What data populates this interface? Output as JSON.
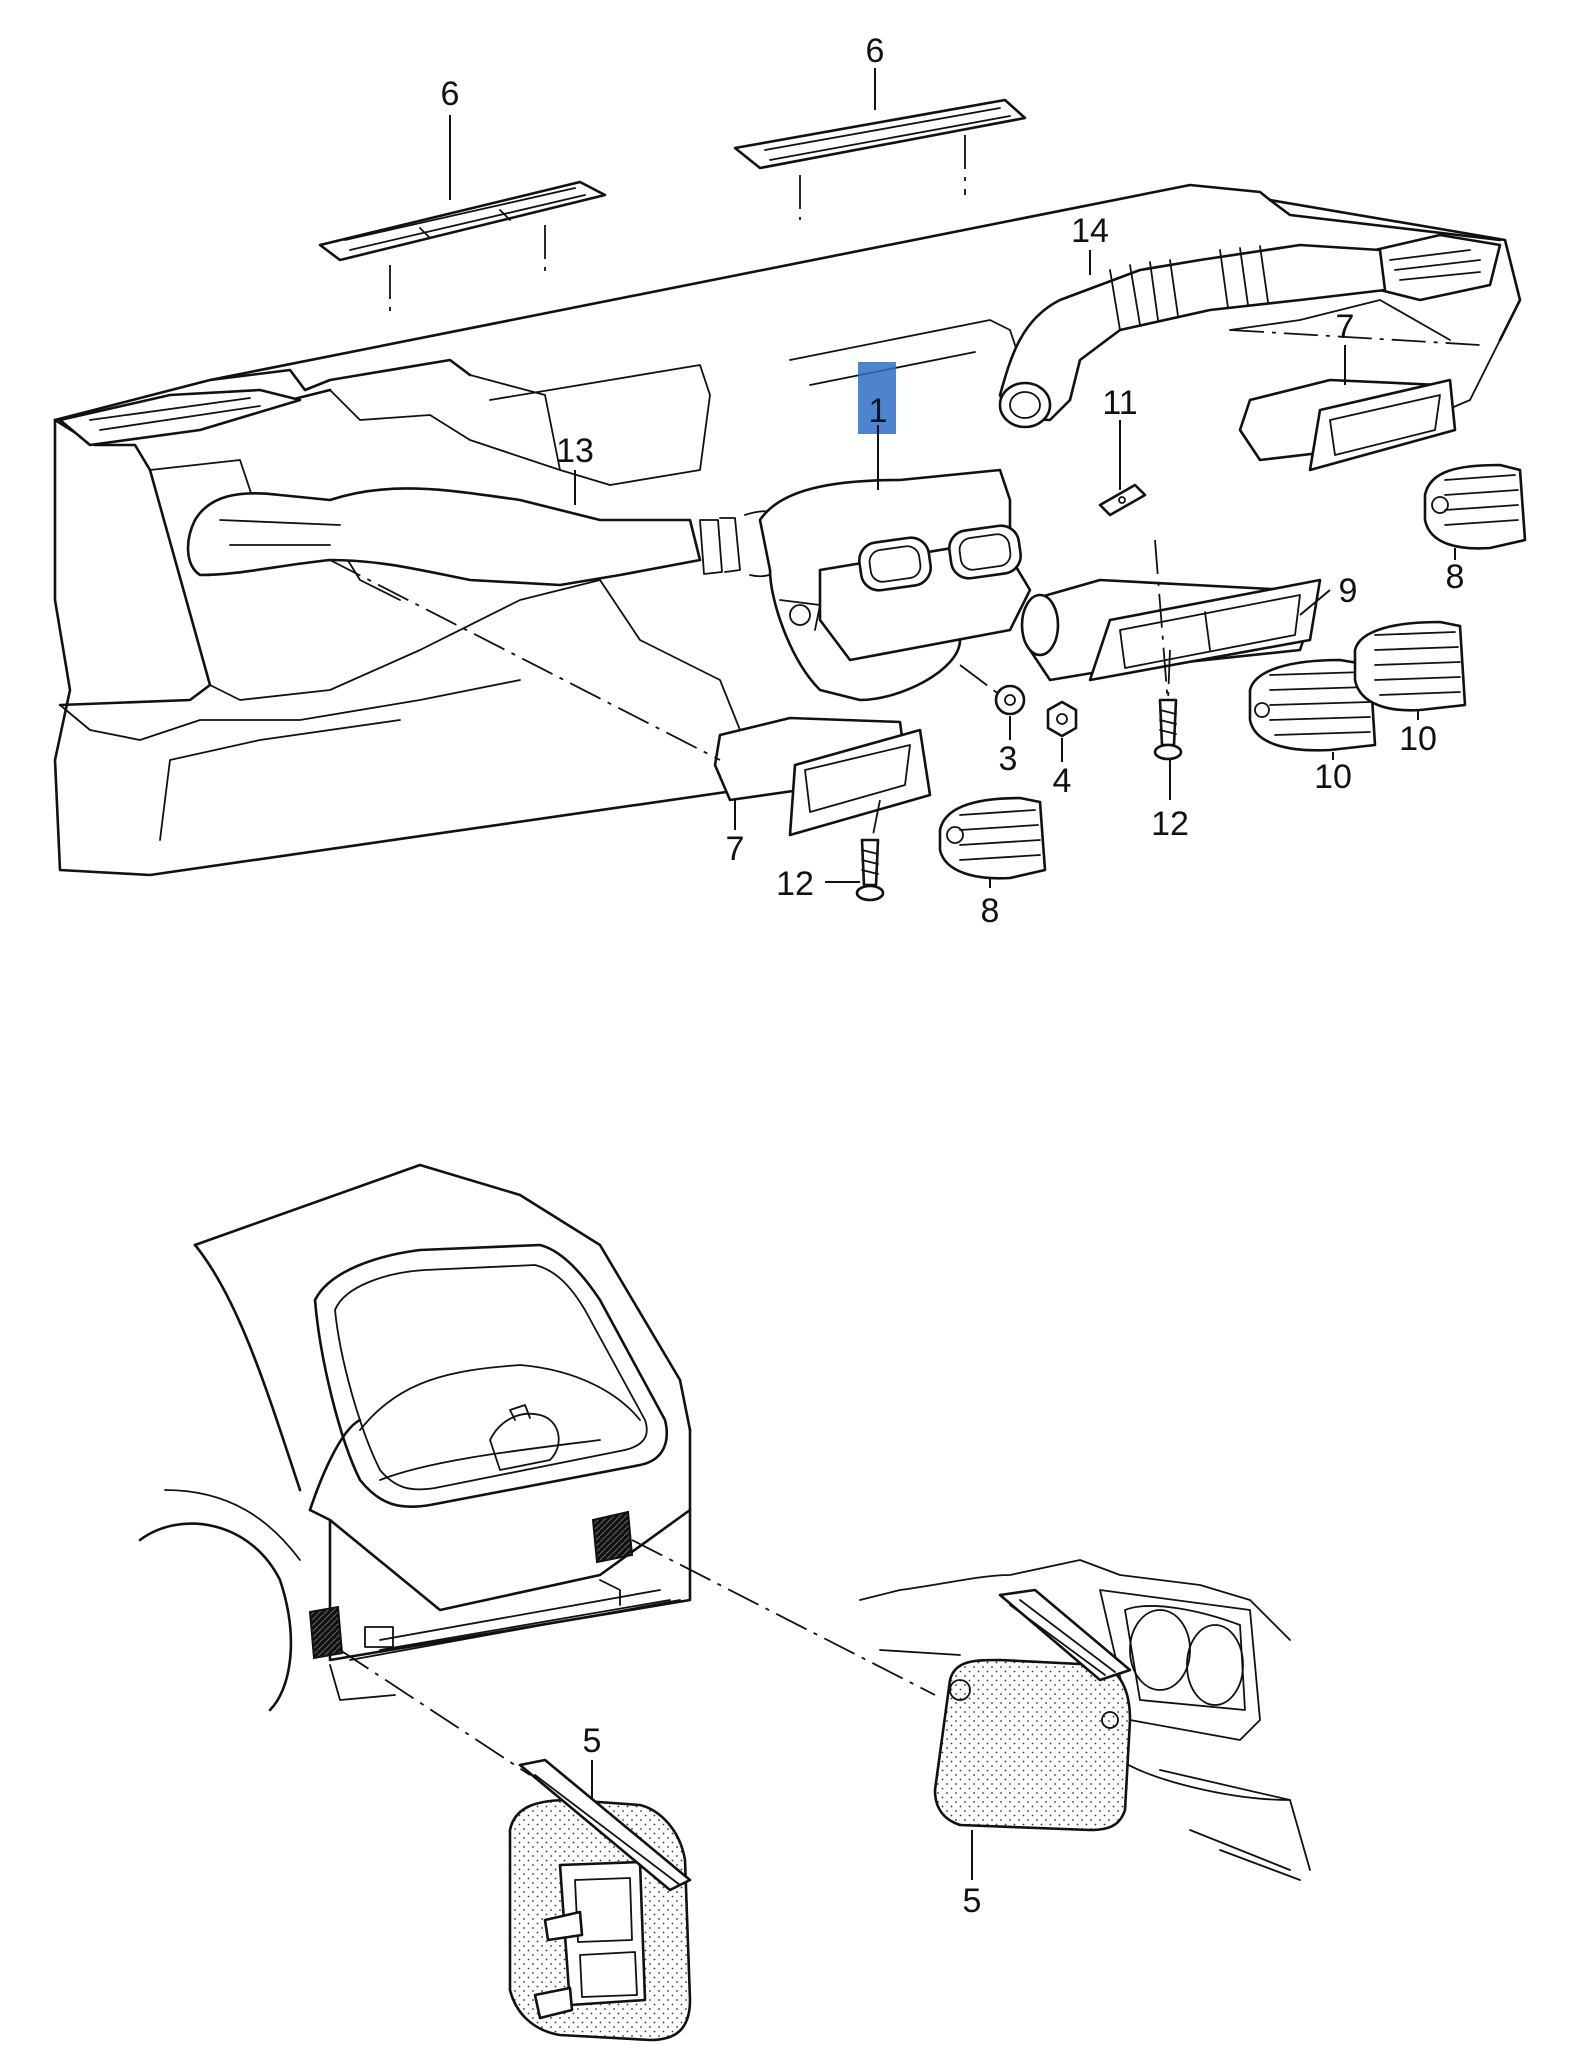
{
  "callouts": [
    {
      "id": "c1",
      "label": "1",
      "highlighted": true
    },
    {
      "id": "c3",
      "label": "3"
    },
    {
      "id": "c4",
      "label": "4"
    },
    {
      "id": "c5a",
      "label": "5"
    },
    {
      "id": "c5b",
      "label": "5"
    },
    {
      "id": "c6a",
      "label": "6"
    },
    {
      "id": "c6b",
      "label": "6"
    },
    {
      "id": "c7a",
      "label": "7"
    },
    {
      "id": "c7b",
      "label": "7"
    },
    {
      "id": "c8a",
      "label": "8"
    },
    {
      "id": "c8b",
      "label": "8"
    },
    {
      "id": "c9",
      "label": "9"
    },
    {
      "id": "c10a",
      "label": "10"
    },
    {
      "id": "c10b",
      "label": "10"
    },
    {
      "id": "c11",
      "label": "11"
    },
    {
      "id": "c12a",
      "label": "12"
    },
    {
      "id": "c12b",
      "label": "12"
    },
    {
      "id": "c13",
      "label": "13"
    },
    {
      "id": "c14",
      "label": "14"
    }
  ],
  "highlight_color": "#2f6fc6"
}
